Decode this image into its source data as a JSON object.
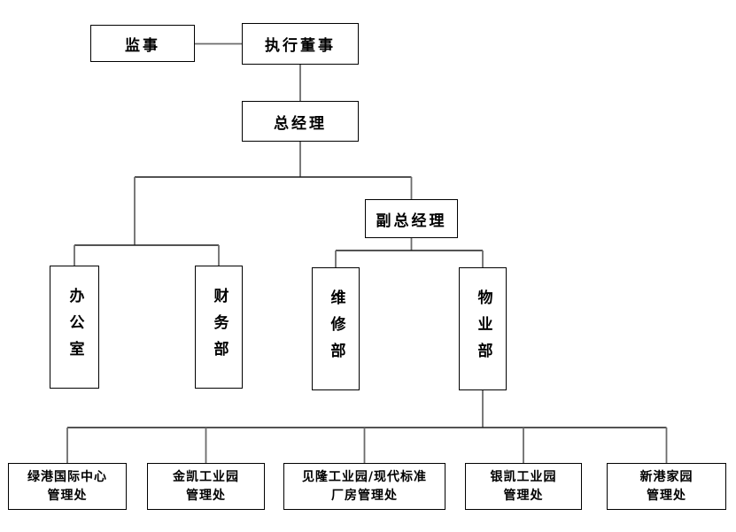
{
  "diagram": {
    "type": "org-chart",
    "colors": {
      "background": "#ffffff",
      "box_border": "#000000",
      "text": "#000000",
      "horizontal_connector": "#1a1a1a",
      "vertical_connector": "#6b6b6b"
    },
    "nodes": {
      "supervisor": {
        "label": "监事"
      },
      "executive_director": {
        "label": "执行董事"
      },
      "general_manager": {
        "label": "总经理"
      },
      "deputy_general_manager": {
        "label": "副总经理"
      },
      "office": {
        "label": "办公室"
      },
      "finance_dept": {
        "label": "财务部"
      },
      "maintenance_dept": {
        "label": "维修部"
      },
      "property_dept": {
        "label": "物业部"
      },
      "lvgang_office": {
        "line1": "绿港国际中心",
        "line2": "管理处"
      },
      "jinkai_office": {
        "line1": "金凯工业园",
        "line2": "管理处"
      },
      "jianlong_office": {
        "line1": "见隆工业园/现代标准",
        "line2": "厂房管理处"
      },
      "yinkai_office": {
        "line1": "银凯工业园",
        "line2": "管理处"
      },
      "xingang_office": {
        "line1": "新港家园",
        "line2": "管理处"
      }
    },
    "edges": [
      "supervisor - executive_director",
      "executive_director - general_manager",
      "general_manager - office",
      "general_manager - finance_dept",
      "general_manager - deputy_general_manager",
      "deputy_general_manager - maintenance_dept",
      "deputy_general_manager - property_dept",
      "property_dept - lvgang_office",
      "property_dept - jinkai_office",
      "property_dept - jianlong_office",
      "property_dept - yinkai_office",
      "property_dept - xingang_office"
    ]
  }
}
